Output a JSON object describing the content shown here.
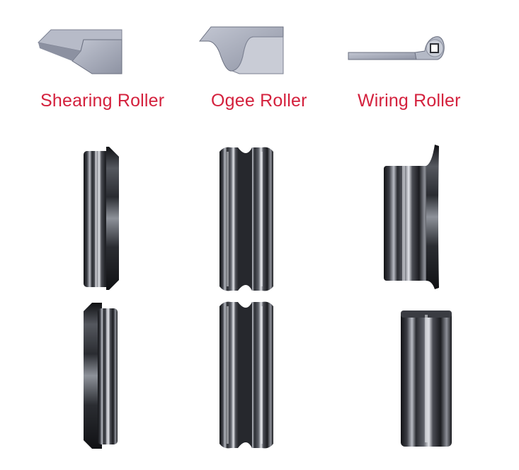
{
  "rollers": [
    {
      "name": "Shearing Roller"
    },
    {
      "name": "Ogee Roller"
    },
    {
      "name": "Wiring Roller"
    }
  ],
  "colors": {
    "label": "#d4213d",
    "profile_fill": "#a9aebd",
    "profile_edge": "#6b7080",
    "steel_dark": "#1c1d21",
    "steel_light": "#d9dce2"
  }
}
